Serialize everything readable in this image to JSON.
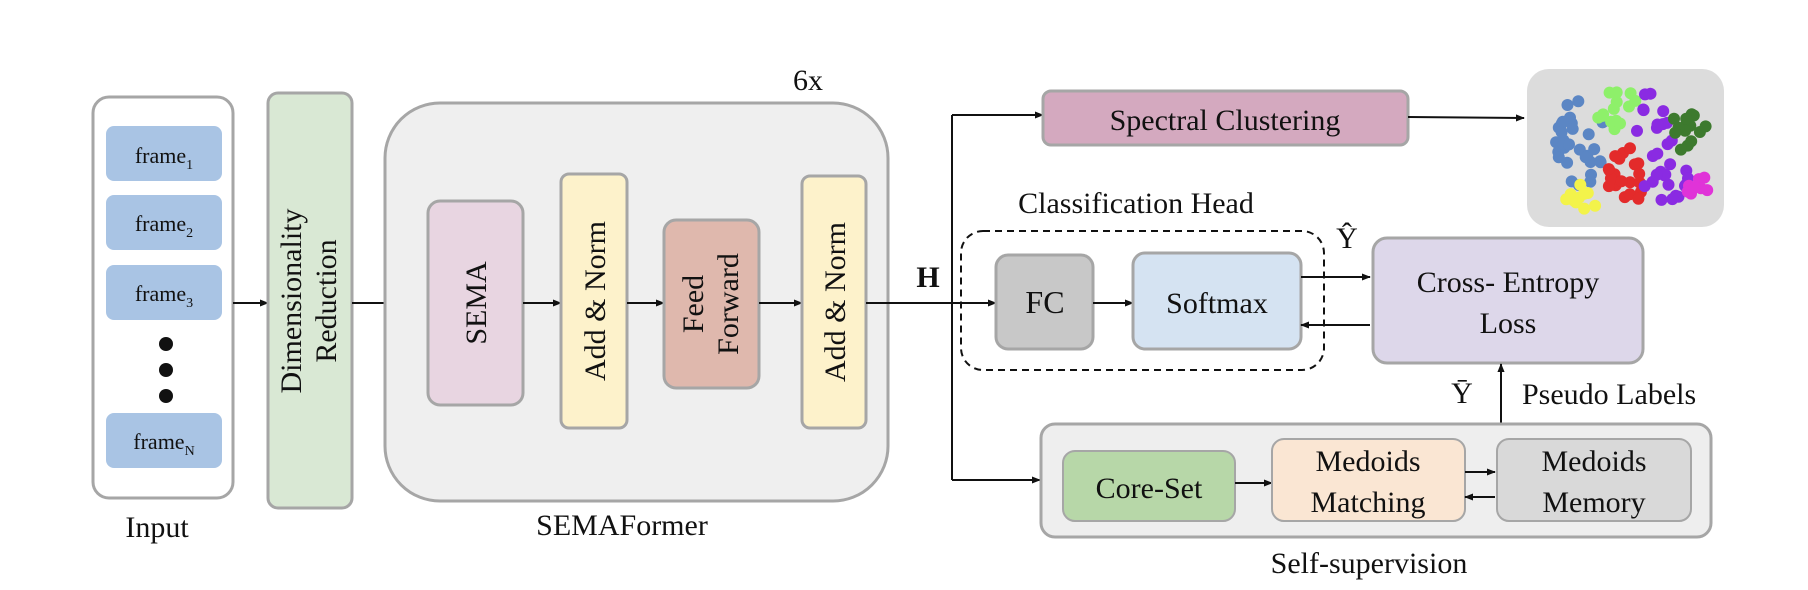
{
  "input": {
    "label": "Input",
    "frames": [
      {
        "base": "frame",
        "sub": "1"
      },
      {
        "base": "frame",
        "sub": "2"
      },
      {
        "base": "frame",
        "sub": "3"
      },
      {
        "base": "frame",
        "sub": "N"
      }
    ]
  },
  "dimensionality_reduction": {
    "line1": "Dimensionality",
    "line2": "Reduction"
  },
  "semaformer": {
    "label": "SEMAFormer",
    "repeat": "6x",
    "sema": "SEMA",
    "add_norm_1": "Add & Norm",
    "feed_forward": {
      "line1": "Feed",
      "line2": "Forward"
    },
    "add_norm_2": "Add & Norm"
  },
  "h_label": "H",
  "spectral_clustering": "Spectral Clustering",
  "classification_head": {
    "label": "Classification Head",
    "fc": "FC",
    "softmax": "Softmax"
  },
  "y_hat": "Ŷ",
  "y_bar": "Ȳ",
  "cross_entropy": {
    "line1": "Cross- Entropy",
    "line2": "Loss"
  },
  "pseudo_labels": "Pseudo Labels",
  "self_supervision": {
    "label": "Self-supervision",
    "core_set": "Core-Set",
    "medoids_matching": {
      "line1": "Medoids",
      "line2": "Matching"
    },
    "medoids_memory": {
      "line1": "Medoids",
      "line2": "Memory"
    }
  },
  "colors": {
    "frame": "#a9c4e4",
    "dim_reduction": "#d9e8d4",
    "semaformer_bg": "#efefef",
    "sema": "#e8d5e1",
    "add_norm": "#fdf2cb",
    "feed_forward": "#dfb8ad",
    "spectral": "#d4a9bf",
    "fc": "#c8c8c8",
    "softmax": "#d5e3f2",
    "cross_entropy": "#ddd7ea",
    "core_set": "#b7d7a8",
    "medoids_matching": "#fae6d3",
    "medoids_memory": "#d9d9d9",
    "self_sup_bg": "#eeeeee",
    "cluster_bg": "#dcdcdc",
    "cluster_blue": "#5b86c4",
    "cluster_green": "#8ef06a",
    "cluster_purple": "#8a2be2",
    "cluster_darkgreen": "#3d7a2e",
    "cluster_red": "#e32b2b",
    "cluster_magenta": "#e033d8",
    "cluster_yellow": "#f3f34a"
  }
}
